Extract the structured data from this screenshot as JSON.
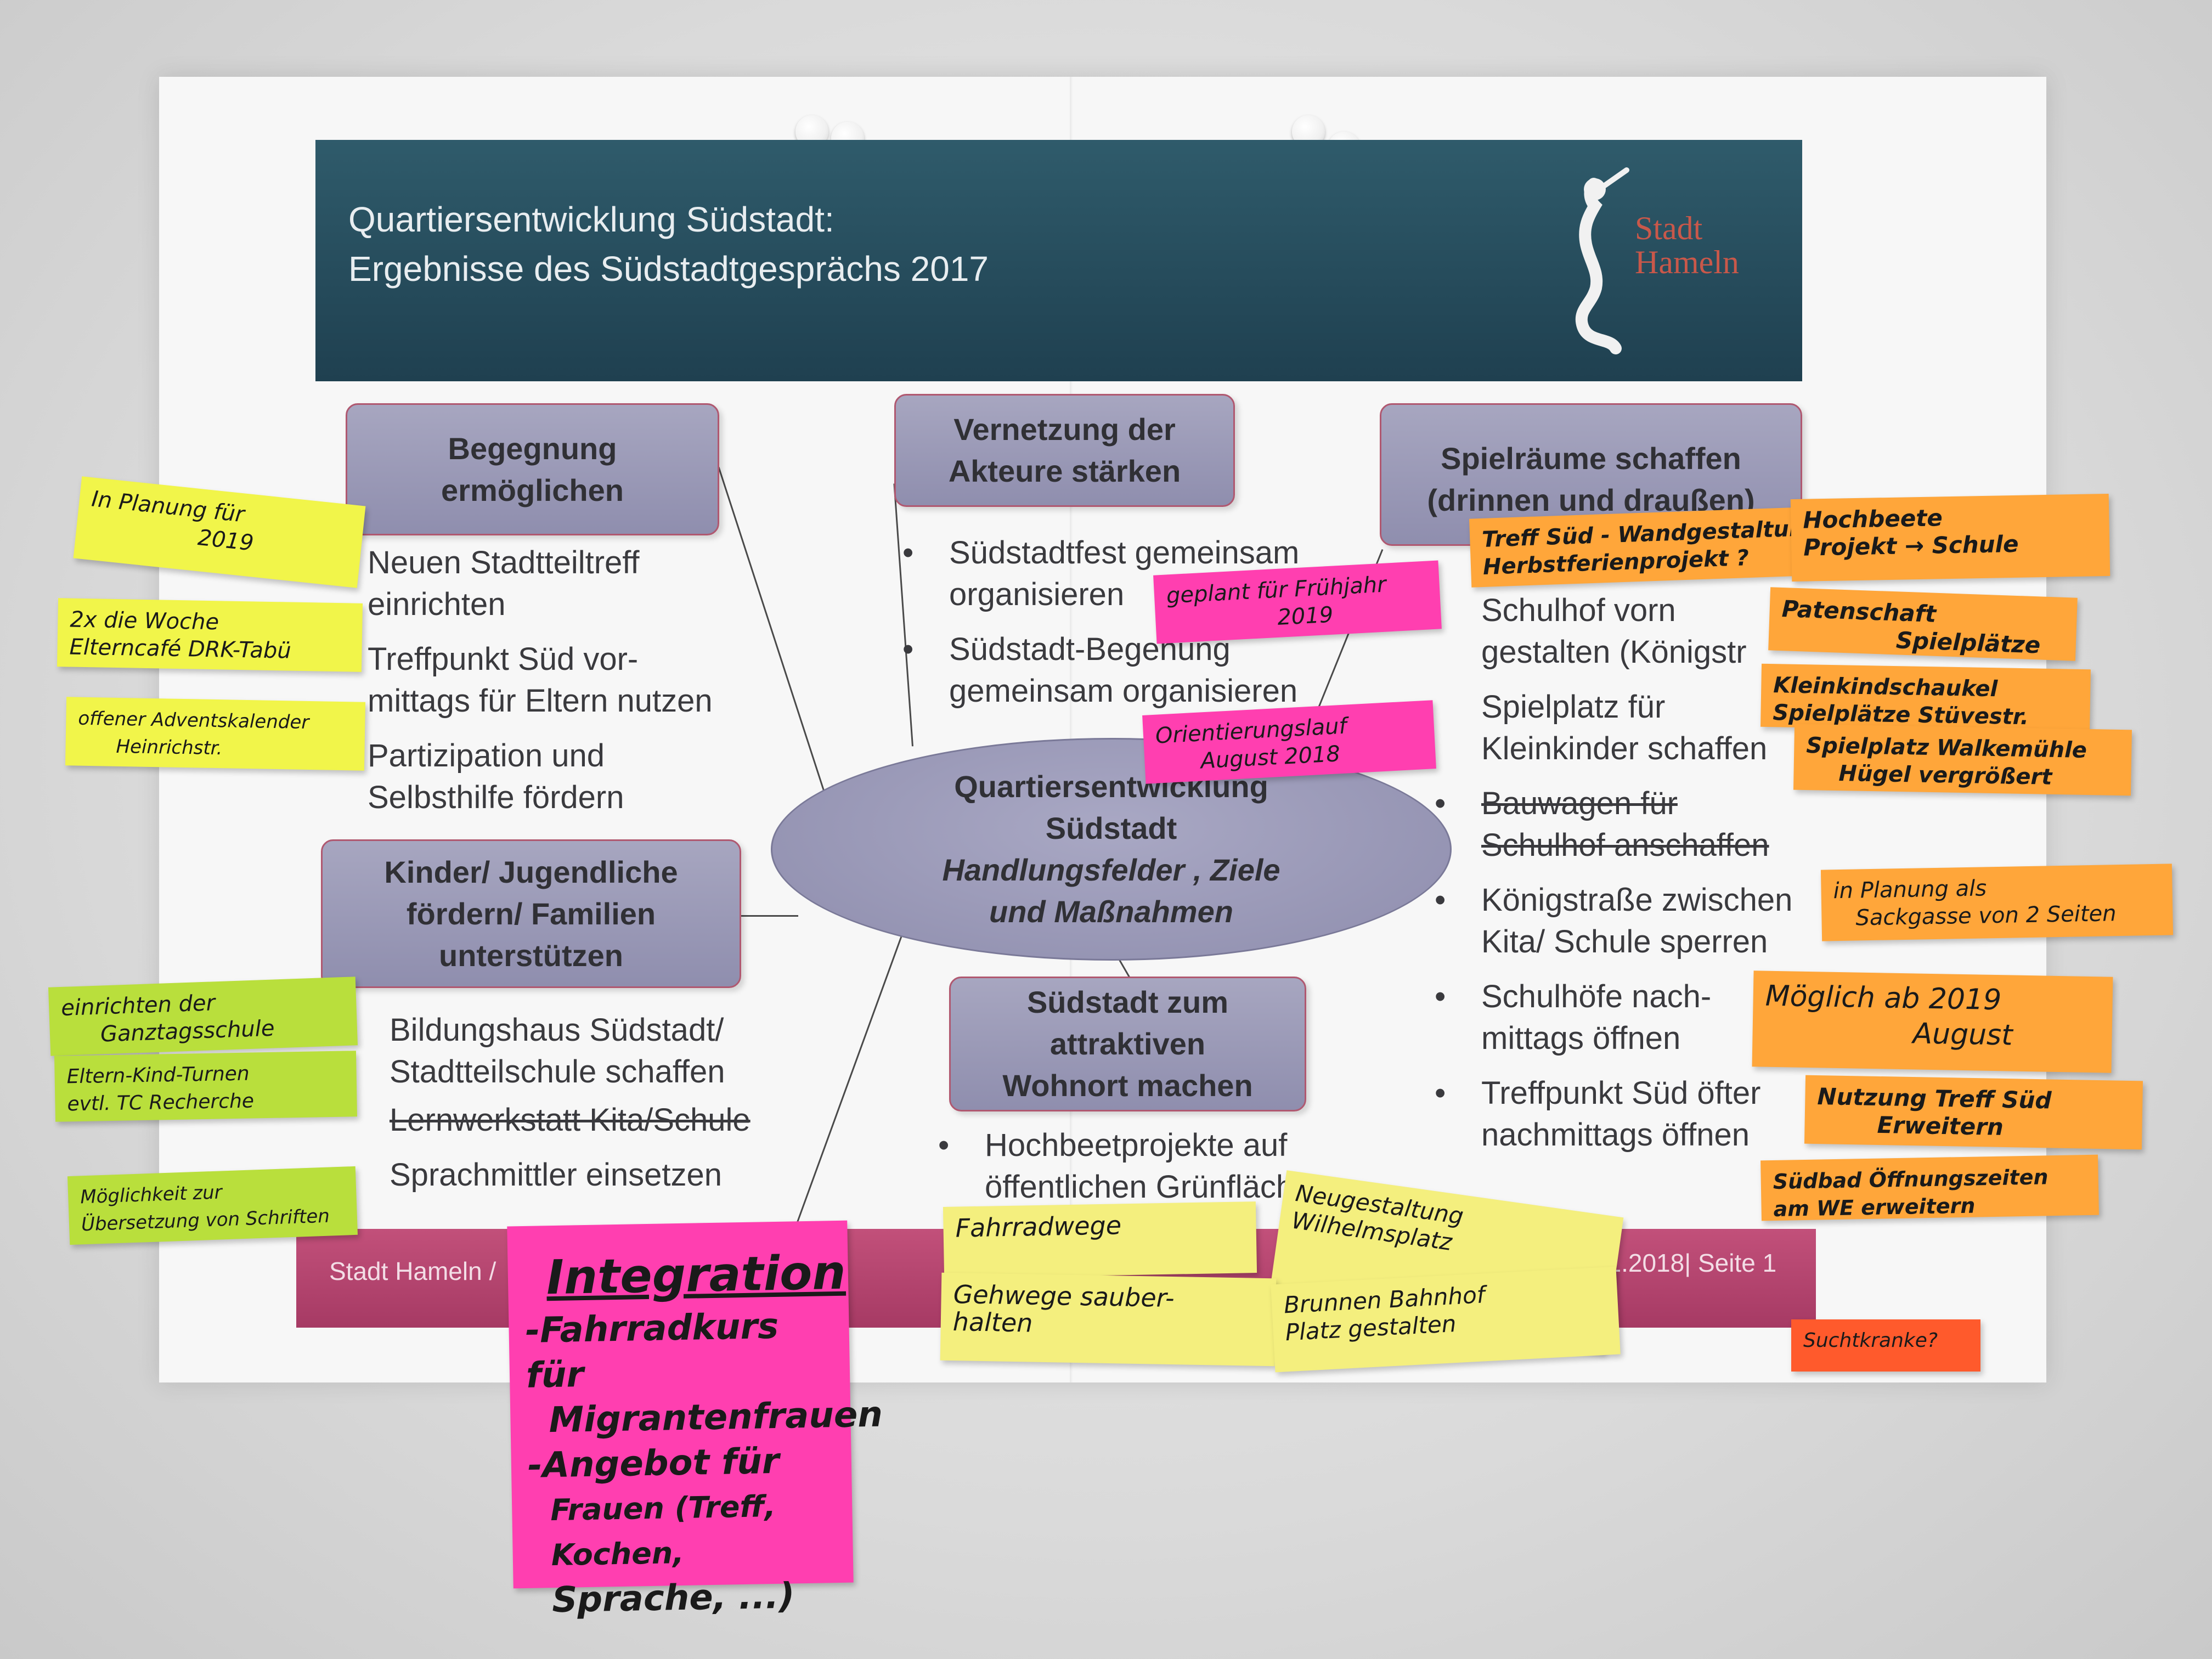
{
  "slide": {
    "title_line1": "Quartiersentwicklung Südstadt:",
    "title_line2": "Ergebnisse des Südstadtgesprächs 2017",
    "logo_line1": "Stadt",
    "logo_line2": "Hameln",
    "center": {
      "line1": "Quartiersentwicklung",
      "line2": "Südstadt",
      "line3": "Handlungsfelder , Ziele",
      "line4": "und  Maßnahmen"
    },
    "boxes": {
      "begegnung": [
        "Begegnung",
        "ermöglichen"
      ],
      "vernetzung": [
        "Vernetzung der",
        "Akteure stärken"
      ],
      "spielraeume": [
        "Spielräume schaffen",
        "(drinnen und draußen)"
      ],
      "kinder": [
        "Kinder/ Jugendliche",
        "fördern/ Familien",
        "unterstützen"
      ],
      "wohnort": [
        "Südstadt zum",
        "attraktiven",
        "Wohnort machen"
      ]
    },
    "texts": {
      "begegnung": [
        "Neuen Stadtteiltreff",
        "einrichten",
        "Treffpunkt Süd vor-",
        "mittags für Eltern nutzen",
        "Partizipation und",
        "Selbsthilfe fördern"
      ],
      "vernetzung": [
        "Südstadtfest gemeinsam",
        "organisieren",
        "Südstadt-Begenung",
        "gemeinsam organisieren"
      ],
      "spielraeume": [
        "Schulhof vorn",
        "gestalten (Königstr",
        "Spielplatz für",
        "Kleinkinder schaffen",
        "Bauwagen für",
        "Schulhof anschaffen",
        "Königstraße zwischen",
        "Kita/ Schule sperren",
        "Schulhöfe nach-",
        "mittags öffnen",
        "Treffpunkt Süd öfter",
        "nachmittags öffnen"
      ],
      "kinder": [
        "Bildungshaus Südstadt/",
        "Stadtteilschule schaffen",
        "Lernwerkstatt Kita/Schule",
        "Sprachmittler einsetzen"
      ],
      "wohnort": [
        "Hochbeetprojekte auf",
        "öffentlichen Grünflächen"
      ]
    },
    "footer_left": "Stadt Hameln /",
    "footer_right": "29.01.2018| Seite 1"
  },
  "notes": {
    "y1": [
      "In Planung für",
      "2019"
    ],
    "y2": [
      "2x die Woche",
      "Elterncafé DRK-Tabü"
    ],
    "y3": [
      "offener Adventskalender",
      "Heinrichstr."
    ],
    "g1": [
      "einrichten der",
      "Ganztagsschule"
    ],
    "g2": [
      "Eltern-Kind-Turnen",
      "evtl. TC Recherche"
    ],
    "g3": [
      "Möglichkeit zur",
      "Übersetzung von Schriften"
    ],
    "p1": [
      "geplant für Frühjahr",
      "2019"
    ],
    "p2": [
      "Orientierungslauf",
      "August 2018"
    ],
    "o1": [
      "Treff Süd - Wandgestaltung",
      "Herbstferienprojekt ?"
    ],
    "o2": [
      "Hochbeete",
      "Projekt → Schule"
    ],
    "o3": [
      "Patenschaft",
      "Spielplätze"
    ],
    "o4": [
      "Kleinkindschaukel",
      "Spielplätze Stüvestr."
    ],
    "o5": [
      "Spielplatz Walkemühle",
      "Hügel vergrößert"
    ],
    "o6": [
      "in Planung als",
      "Sackgasse von 2 Seiten"
    ],
    "o7": [
      "Möglich ab 2019",
      "August"
    ],
    "o8": [
      "Nutzung Treff Süd",
      "Erweitern"
    ],
    "o9": [
      "Südbad Öffnungszeiten",
      "am WE erweitern"
    ],
    "ly1": [
      "Fahrradwege"
    ],
    "ly2": [
      "Neugestaltung",
      "Wilhelmsplatz"
    ],
    "ly3": [
      "Gehwege sauber-",
      "halten"
    ],
    "ly4": [
      "Brunnen Bahnhof",
      "Platz gestalten"
    ],
    "red": [
      "Suchtkranke?"
    ],
    "big": {
      "heading": "Integration",
      "line1": "-Fahrradkurs für",
      "line2": "Migrantenfrauen",
      "line3": "-Angebot für",
      "line4": "Frauen (Treff, Kochen,",
      "line5": "Sprache, ...)"
    }
  },
  "colors": {
    "header": "#2f5b6b",
    "box": "#9c9bb8",
    "footer": "#b4436e",
    "yellow": "#f1f54a",
    "green": "#b9df3c",
    "pink": "#ff3fb0",
    "orange": "#ffa63a",
    "red": "#ff5a2c"
  }
}
